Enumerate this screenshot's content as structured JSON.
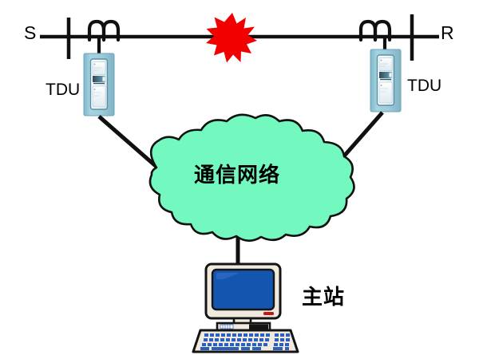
{
  "diagram": {
    "title": "Transmission line fault location over communication network",
    "background_color": "#ffffff",
    "line_color": "#101010",
    "fault_color": "#f00000",
    "cloud_fill": "#73f8bf",
    "cloud_stroke": "#101010",
    "tdu_body_color": "#9ecfdc",
    "tdu_body_color_dark": "#77b4c6",
    "monitor_screen_color": "#1455b0",
    "monitor_case_color": "#efeadd",
    "keyboard_key_color": "#2a5fc0",
    "power_led_color": "#c01818"
  },
  "labels": {
    "bus_left": "S",
    "bus_right": "R",
    "tdu_left": "TDU",
    "tdu_right": "TDU",
    "cloud": "通信网络",
    "master_station": "主站"
  },
  "nodes": {
    "transmission_line": "transmission-line",
    "fault_marker": "fault-star",
    "ct_left": "current-transformer-left",
    "ct_right": "current-transformer-right",
    "bus_bar_left": "bus-bar-left",
    "bus_bar_right": "bus-bar-right",
    "tdu_left_device": "tdu-device-left",
    "tdu_right_device": "tdu-device-right",
    "network_cloud": "communication-network-cloud",
    "master_computer": "master-station-computer"
  }
}
